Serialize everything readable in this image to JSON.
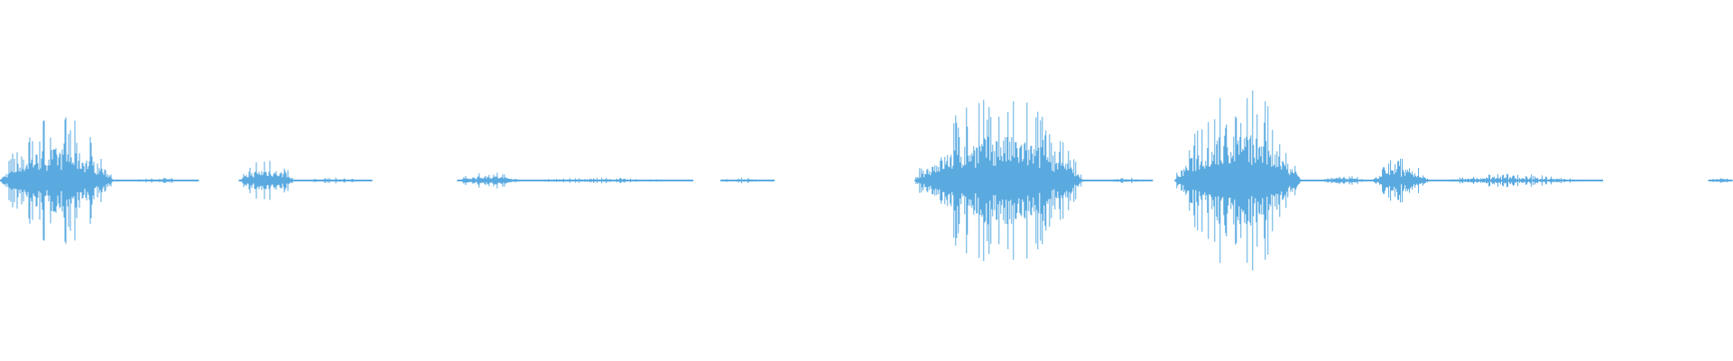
{
  "waveform": {
    "color": "#5aaae0",
    "background": "#ffffff",
    "duration_fraction_note": "",
    "segments": [
      {
        "start": 0.0,
        "end": 0.076,
        "peak": 0.68
      },
      {
        "start": 0.076,
        "end": 0.115,
        "peak": 0.03
      },
      {
        "start": 0.138,
        "end": 0.175,
        "peak": 0.24
      },
      {
        "start": 0.175,
        "end": 0.215,
        "peak": 0.03
      },
      {
        "start": 0.264,
        "end": 0.305,
        "peak": 0.1
      },
      {
        "start": 0.305,
        "end": 0.4,
        "peak": 0.03
      },
      {
        "start": 0.416,
        "end": 0.447,
        "peak": 0.03
      },
      {
        "start": 0.528,
        "end": 0.64,
        "peak": 0.92
      },
      {
        "start": 0.64,
        "end": 0.665,
        "peak": 0.03
      },
      {
        "start": 0.678,
        "end": 0.762,
        "peak": 1.0
      },
      {
        "start": 0.762,
        "end": 0.792,
        "peak": 0.06
      },
      {
        "start": 0.792,
        "end": 0.83,
        "peak": 0.25
      },
      {
        "start": 0.83,
        "end": 0.925,
        "peak": 0.07
      },
      {
        "start": 0.986,
        "end": 1.0,
        "peak": 0.04
      }
    ]
  }
}
